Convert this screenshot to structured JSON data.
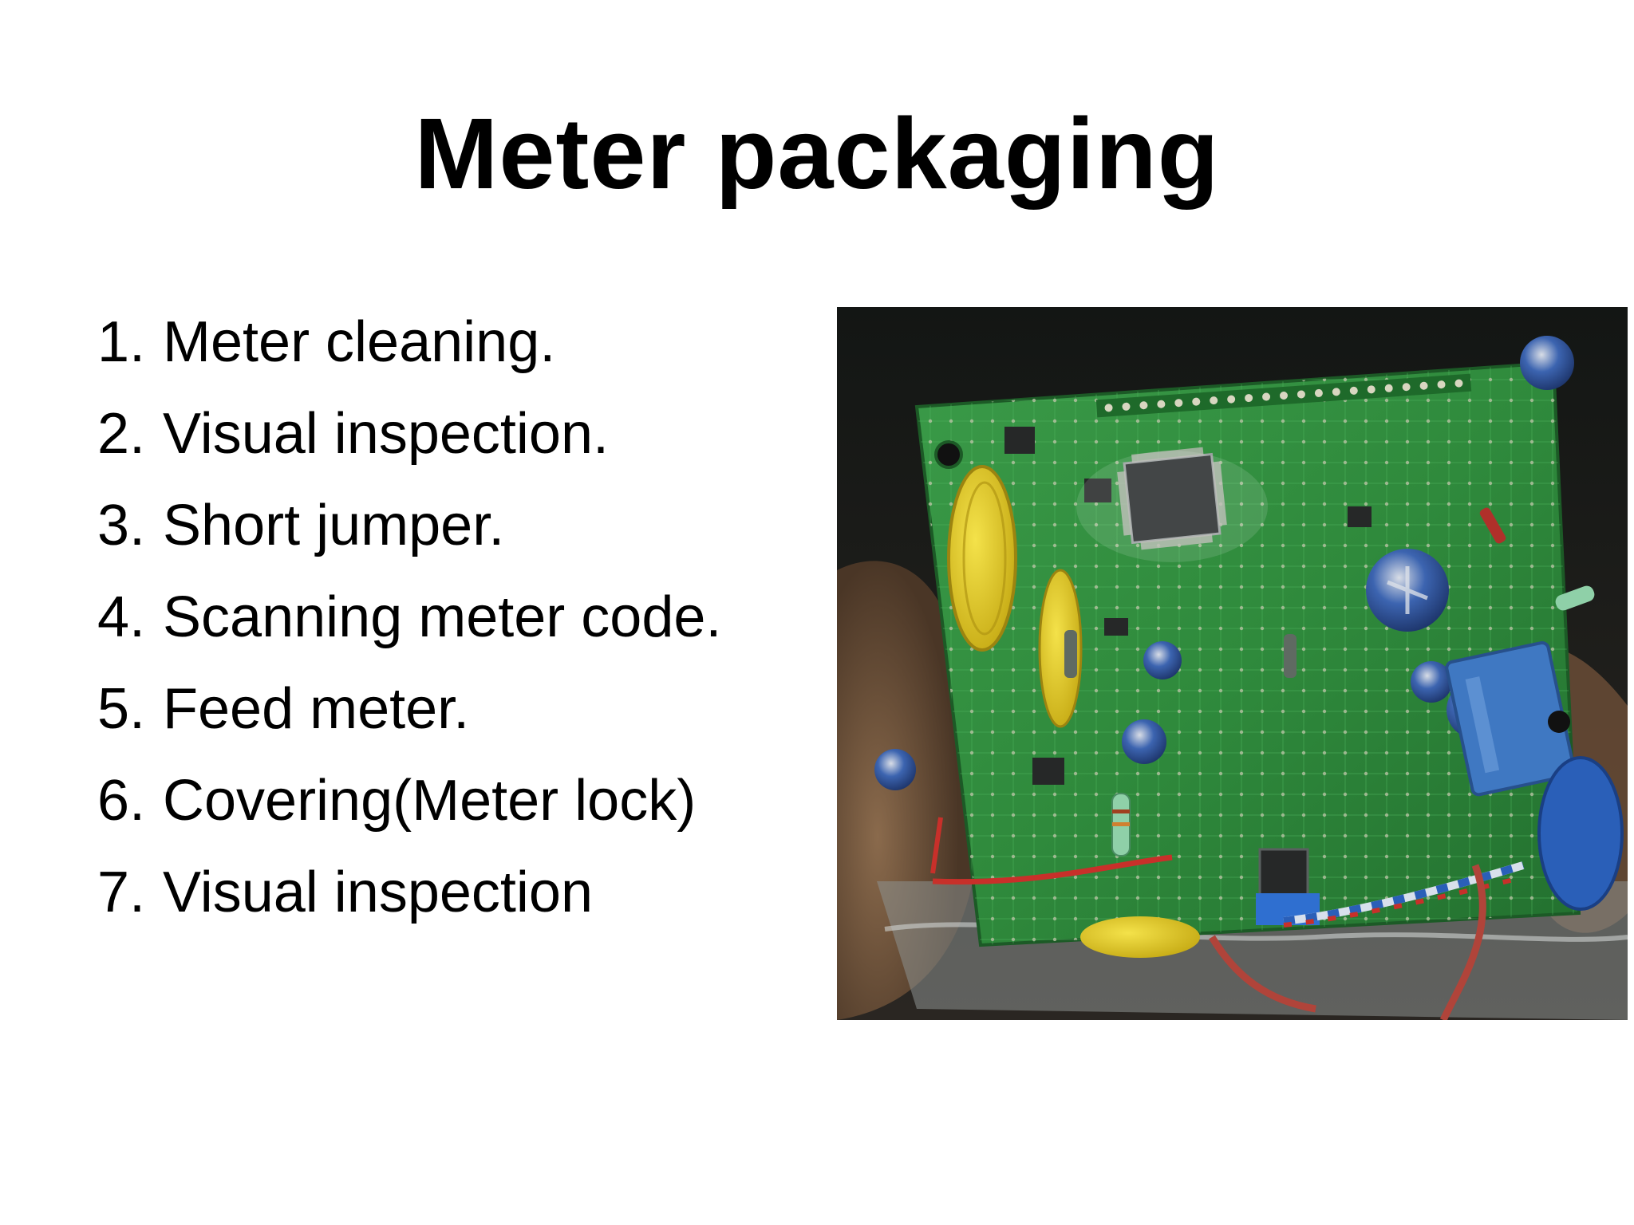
{
  "slide": {
    "title": "Meter packaging",
    "steps": [
      {
        "num": "1.",
        "text": "Meter cleaning."
      },
      {
        "num": "2.",
        "text": "Visual inspection."
      },
      {
        "num": "3.",
        "text": "Short jumper."
      },
      {
        "num": "4.",
        "text": "Scanning meter code."
      },
      {
        "num": "5.",
        "text": "Feed meter."
      },
      {
        "num": "6.",
        "text": "Covering(Meter lock)"
      },
      {
        "num": "7.",
        "text": "Visual inspection"
      }
    ]
  },
  "colors": {
    "background": "#ffffff",
    "text": "#000000",
    "pcb_green": "#2f8a3c",
    "battery_yellow": "#e8d21c",
    "capacitor_blue": "#2a5fb8"
  }
}
